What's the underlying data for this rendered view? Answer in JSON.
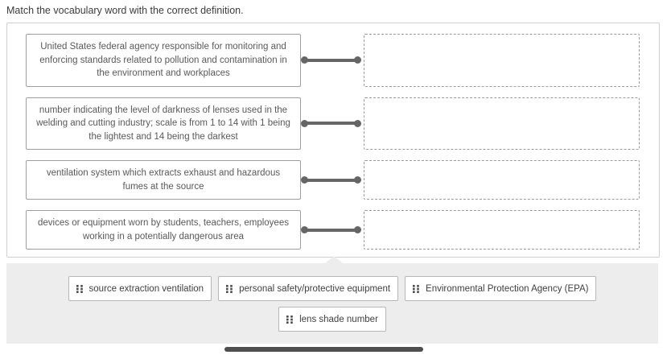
{
  "page": {
    "title": "Match the vocabulary word with the correct definition."
  },
  "matching": {
    "definitions": [
      {
        "text": "United States federal agency responsible for monitoring and enforcing standards related to pollution and contamination in the environment and workplaces"
      },
      {
        "text": "number indicating the level of darkness of lenses used in the welding and cutting industry; scale is from 1 to 14 with 1 being the lightest and 14 being the darkest"
      },
      {
        "text": "ventilation system which extracts exhaust and hazardous fumes at the source"
      },
      {
        "text": "devices or equipment worn by students, teachers, employees working in a potentially dangerous area"
      }
    ],
    "drop_zones_empty": true
  },
  "word_bank": {
    "options": [
      {
        "label": "source extraction ventilation"
      },
      {
        "label": "personal safety/protective equipment"
      },
      {
        "label": "Environmental Protection Agency (EPA)"
      },
      {
        "label": "lens shade number"
      }
    ]
  },
  "icons": {
    "drag_handle": "six-dot-grid"
  },
  "colors": {
    "panel_border": "#cfcfcf",
    "box_border": "#9e9e9e",
    "definition_text": "#595959",
    "connector": "#666666",
    "dashed_border": "#9b9b9b",
    "tray_background": "#ededed",
    "chip_border": "#b7b7b7",
    "chip_text": "#3f3f3f",
    "scrollbar": "#4f4f4f"
  }
}
